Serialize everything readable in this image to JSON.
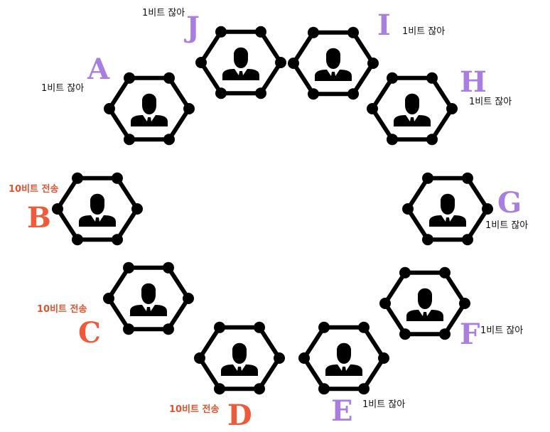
{
  "colors": {
    "background": "#ffffff",
    "hexagon": "#000000",
    "receiver": "#a87fe0",
    "sender": "#ee5a3a",
    "receiver_caption": "#111111",
    "sender_caption": "#e0532f"
  },
  "icon": "person-in-suit-icon",
  "nodes": [
    {
      "key": "a",
      "letter": "A",
      "caption": "1비트 잖아",
      "role": "receiver"
    },
    {
      "key": "b",
      "letter": "B",
      "caption": "10비트 전송",
      "role": "sender"
    },
    {
      "key": "c",
      "letter": "C",
      "caption": "10비트 전송",
      "role": "sender"
    },
    {
      "key": "d",
      "letter": "D",
      "caption": "10비트 전송",
      "role": "sender"
    },
    {
      "key": "e",
      "letter": "E",
      "caption": "1비트 잖아",
      "role": "receiver"
    },
    {
      "key": "f",
      "letter": "F",
      "caption": "1비트 잖아",
      "role": "receiver"
    },
    {
      "key": "g",
      "letter": "G",
      "caption": "1비트 잖아",
      "role": "receiver"
    },
    {
      "key": "h",
      "letter": "H",
      "caption": "1비트 잖아",
      "role": "receiver"
    },
    {
      "key": "i",
      "letter": "I",
      "caption": "1비트 잖아",
      "role": "receiver"
    },
    {
      "key": "j",
      "letter": "J",
      "caption": "1비트 잖아",
      "role": "receiver"
    }
  ]
}
